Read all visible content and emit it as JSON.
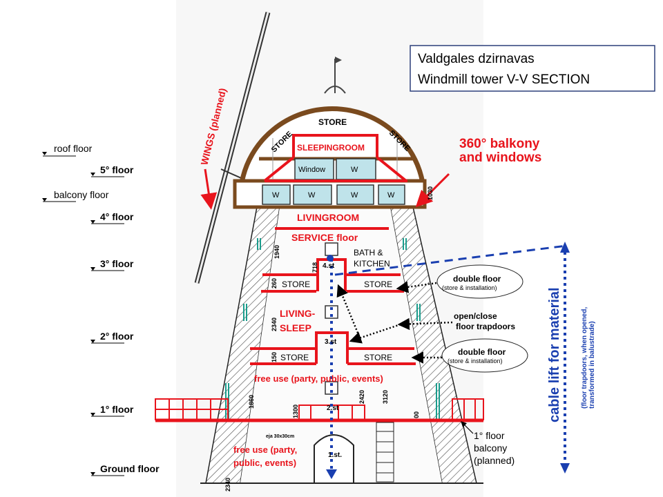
{
  "title": {
    "line1": "Valdgales dzirnavas",
    "line2": "Windmill tower V-V  SECTION"
  },
  "levels": [
    {
      "label": "roof  floor",
      "bold": false
    },
    {
      "label": "5° floor",
      "bold": true
    },
    {
      "label": "balcony  floor",
      "bold": false
    },
    {
      "label": "4° floor",
      "bold": true
    },
    {
      "label": "3° floor",
      "bold": true
    },
    {
      "label": "2° floor",
      "bold": true
    },
    {
      "label": "1° floor",
      "bold": true
    },
    {
      "label": "Ground floor",
      "bold": true
    }
  ],
  "rooms": {
    "store_top": "STORE",
    "store_left": "STORE",
    "store_right": "STORE",
    "sleepingroom": "SLEEPINGROOM",
    "window": "Window",
    "w": "W",
    "livingroom": "LIVINGROOM",
    "service": "SERVICE floor",
    "bath1": "BATH &",
    "bath2": "KITCHEN",
    "store": "STORE",
    "living1": "LIVING-",
    "living2": "SLEEP",
    "free_use": "free use (party, public, events)",
    "free_use1": "free use (party,",
    "free_use2": "public, events)",
    "st4": "4.st",
    "st3": "3.st",
    "st2": "2.st",
    "st1": "1.st."
  },
  "annotations": {
    "balcony1": "360°  balkony",
    "balcony2": "and windows",
    "wings": "WINGS (planned)",
    "double_floor": "double floor",
    "store_install": "(store & installation)",
    "trap1": "open/close",
    "trap2": "floor trapdoors",
    "cable": "cable lift for material",
    "cable_note1": "(floor trapdoors, when opened,",
    "cable_note2": "transformed in balustrade)",
    "fb1": "1° floor",
    "fb2": "balcony",
    "fb3": "(planned)",
    "eja": "eja 30x30cm"
  },
  "dimensions": [
    "1030",
    "1940",
    "718",
    "260",
    "2340",
    "150",
    "1860",
    "1300",
    "2420",
    "3120",
    "00",
    "2340"
  ],
  "colors": {
    "red": "#e8141c",
    "blue": "#1a3fb0",
    "brown": "#7a4a1e",
    "glass": "#bfe3ea"
  }
}
